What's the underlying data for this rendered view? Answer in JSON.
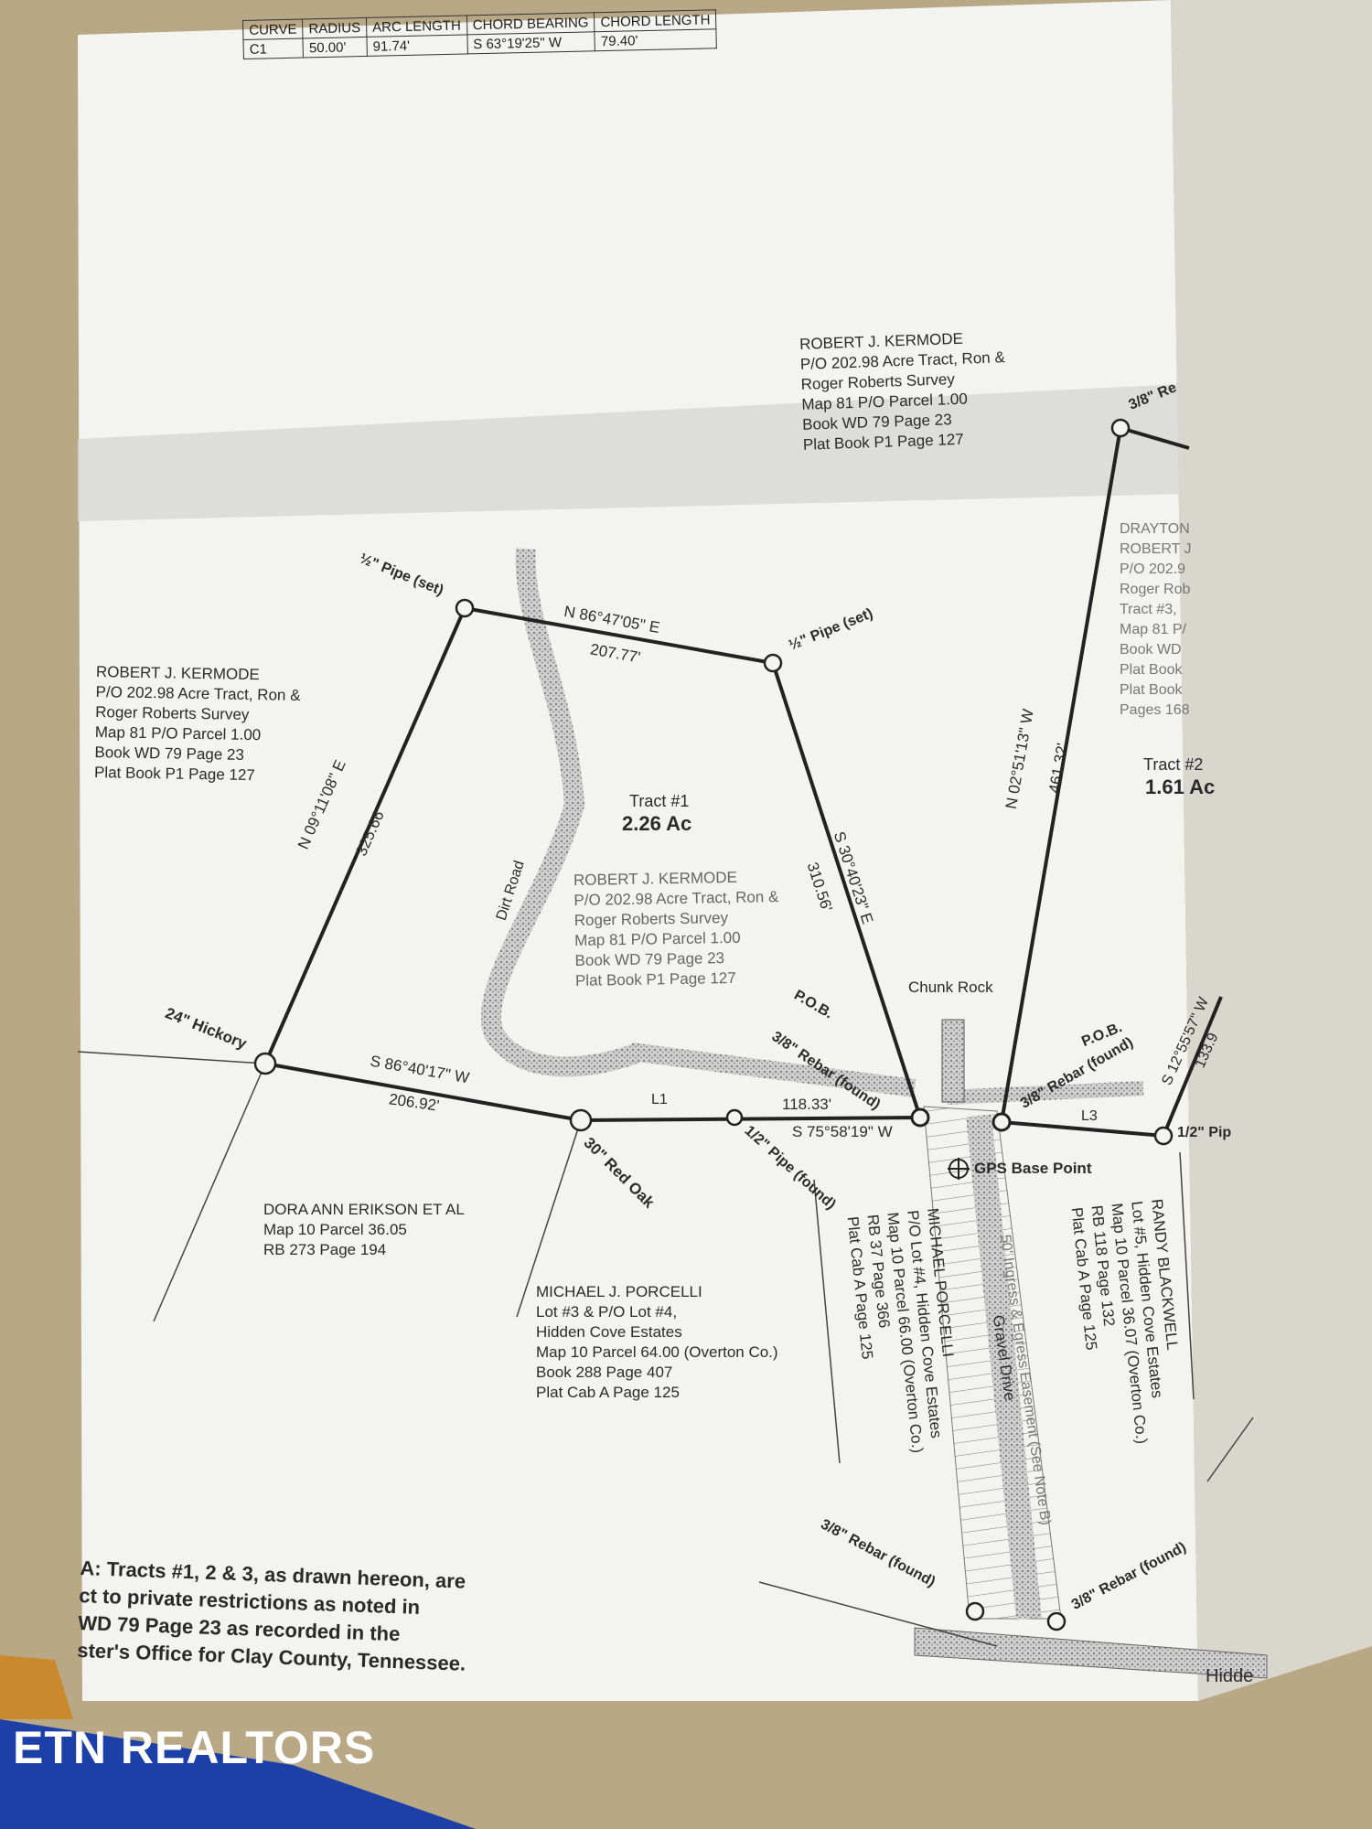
{
  "curve_table": {
    "headers": [
      "CURVE",
      "RADIUS",
      "ARC LENGTH",
      "CHORD BEARING",
      "CHORD LENGTH"
    ],
    "row": [
      "C1",
      "50.00'",
      "91.74'",
      "S 63°19'25\" W",
      "79.40'"
    ]
  },
  "top_owner": [
    "ROBERT J. KERMODE",
    "P/O 202.98 Acre Tract, Ron &",
    "Roger Roberts Survey",
    "Map 81 P/O Parcel 1.00",
    "Book WD 79 Page 23",
    "Plat Book P1 Page 127"
  ],
  "left_owner": [
    "ROBERT J. KERMODE",
    "P/O 202.98 Acre Tract, Ron &",
    "Roger Roberts Survey",
    "Map 81 P/O Parcel 1.00",
    "Book WD 79 Page 23",
    "Plat Book P1 Page 127"
  ],
  "center_owner": [
    "ROBERT J. KERMODE",
    "P/O 202.98 Acre Tract, Ron &",
    "Roger Roberts Survey",
    "Map 81 P/O Parcel 1.00",
    "Book WD 79 Page 23",
    "Plat Book P1 Page 127"
  ],
  "right_owner": [
    "DRAYTON",
    "ROBERT J",
    "P/O 202.9",
    "Roger Rob",
    "Tract #3,",
    "Map 81 P/",
    "Book WD",
    "Plat Book",
    "Plat Book",
    "Pages 168"
  ],
  "tract1": {
    "name": "Tract #1",
    "area": "2.26 Ac"
  },
  "tract2": {
    "name": "Tract #2",
    "area": "1.61 Ac"
  },
  "bearings": {
    "north": "N 86°47'05\" E",
    "north_len": "207.77'",
    "west": "N 09°11'08\" E",
    "west_len": "325.66'",
    "east": "S 30°40'23\" E",
    "east_len": "310.56'",
    "south": "S 86°40'17\" W",
    "south_len": "206.92'",
    "l1": "L1",
    "south2": "S 75°58'19\" W",
    "south2_len": "118.33'",
    "tract2_w": "N 02°51'13\" W",
    "tract2_w_len": "461.32'",
    "tract2_e": "S 12°55'57\" W",
    "tract2_e_len": "133.9",
    "l3": "L3"
  },
  "monuments": {
    "pipe_set_left": "½\" Pipe (set)",
    "pipe_set_right": "½\" Pipe (set)",
    "rebar_top": "3/8\" Re",
    "hickory": "24\" Hickory",
    "red_oak": "30\" Red Oak",
    "pipe_found": "1/2\" Pipe (found)",
    "pob1_a": "P.O.B.",
    "pob1_b": "3/8\" Rebar (found)",
    "pob2_a": "P.O.B.",
    "pob2_b": "3/8\" Rebar (found)",
    "pipe_right": "1/2\" Pip",
    "chunk_rock": "Chunk Rock",
    "gps": "GPS Base Point",
    "rebar_bottom_left": "3/8\" Rebar (found)",
    "rebar_bottom_right": "3/8\" Rebar (found)"
  },
  "dirt_road": "Dirt Road",
  "gravel_drive": "Gravel Drive",
  "easement": "50' Ingress & Egress Easement (See Note B)",
  "dora": [
    "DORA ANN ERIKSON ET AL",
    "Map 10 Parcel 36.05",
    "RB 273 Page 194"
  ],
  "porcelli": [
    "MICHAEL J. PORCELLI",
    "Lot #3 & P/O Lot #4,",
    "Hidden Cove Estates",
    "Map 10 Parcel 64.00 (Overton Co.)",
    "Book 288 Page 407",
    "Plat Cab A Page 125"
  ],
  "porcelli2": [
    "MICHAEL PORCELLI",
    "P/O Lot #4, Hidden Cove Estates",
    "Map 10 Parcel 66.00 (Overton Co.)",
    "RB 37 Page 366",
    "Plat Cab A Page 125"
  ],
  "blackwell": [
    "RANDY BLACKWELL",
    "Lot #5, Hidden Cove Estates",
    "Map 10 Parcel 36.07 (Overton Co.)",
    "RB 118 Page 132",
    "Plat Cab A Page 125"
  ],
  "road_bottom": "Hidde",
  "note": [
    "A: Tracts #1, 2 & 3, as drawn hereon, are",
    "ct to private restrictions as noted in",
    "WD 79 Page 23 as recorded in the",
    "ster's Office for Clay County, Tennessee."
  ],
  "brand": "ETN REALTORS",
  "colors": {
    "table_bg": "#b9a886",
    "paper": "#f3f3f0",
    "ink": "#2b2b2b",
    "brand_text": "#ffffff"
  }
}
